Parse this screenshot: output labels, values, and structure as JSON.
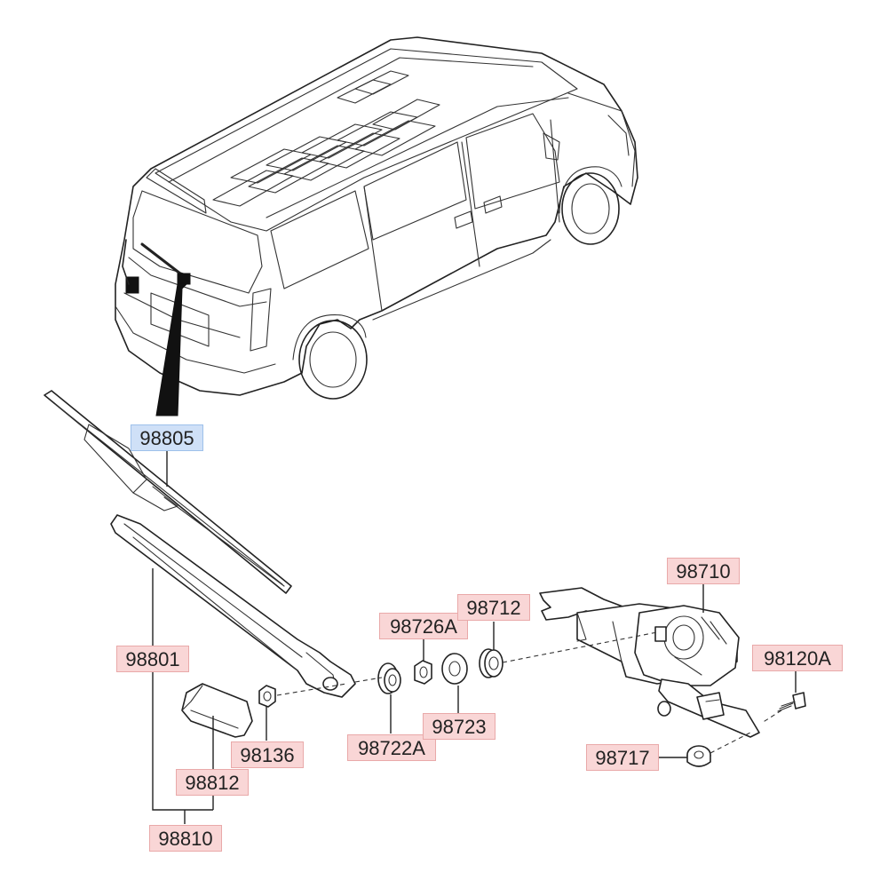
{
  "parts": {
    "wiper_blade": "98805",
    "wiper_arm": "98801",
    "arm_cap": "98812",
    "arm_assembly": "98810",
    "nut_arm": "98136",
    "seal_grommet": "98722A",
    "nut_grommet": "98726A",
    "washer": "98723",
    "bushing": "98712",
    "motor": "98710",
    "bolt": "98120A",
    "grommet_bracket": "98717"
  },
  "colors": {
    "label_fill": "#f9d6d6",
    "label_selected_fill": "#cfe0f7",
    "line": "#222222"
  },
  "selected_part": "98805"
}
